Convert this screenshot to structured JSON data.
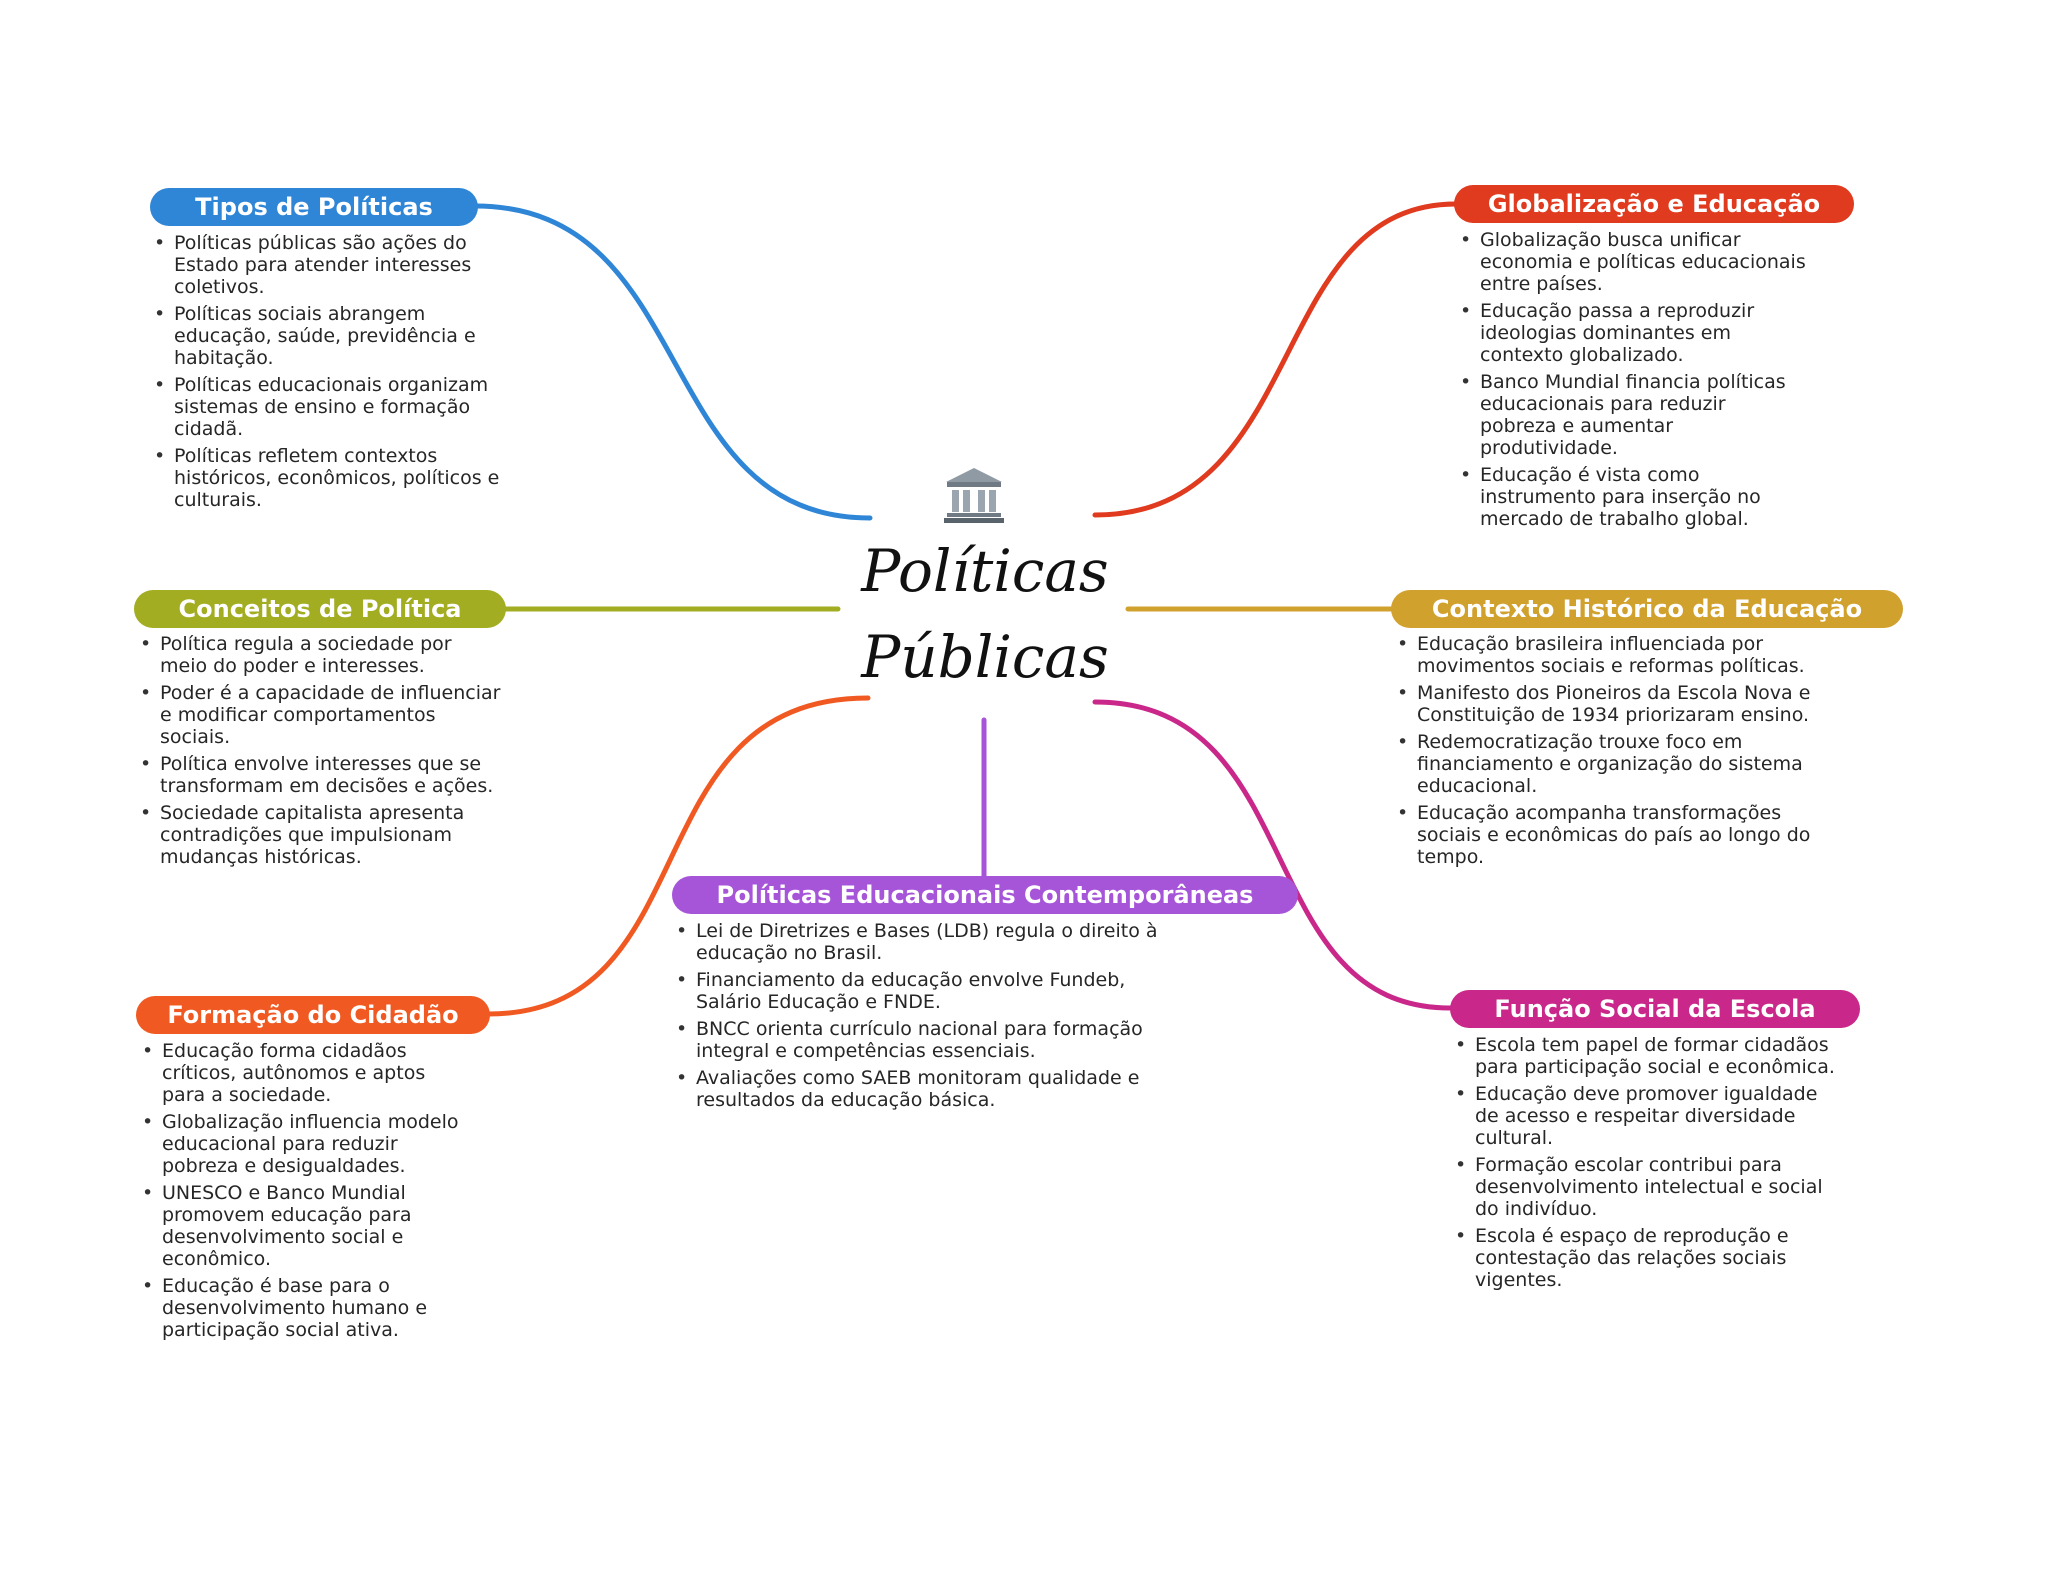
{
  "center": {
    "title_line1": "Políticas",
    "title_line2": "Públicas",
    "icon": "government-building-icon"
  },
  "colors": {
    "tipos": "#2f86d6",
    "conceitos": "#a2ad22",
    "formacao": "#f05a22",
    "contemporaneas": "#a655d8",
    "globalizacao": "#e03a1f",
    "contexto": "#d1a12e",
    "funcao": "#c9278a"
  },
  "branches": {
    "tipos": {
      "title": "Tipos de Políticas",
      "items": [
        "Políticas públicas são ações do Estado para atender interesses coletivos.",
        "Políticas sociais abrangem educação, saúde, previdência e habitação.",
        "Políticas educacionais organizam sistemas de ensino e formação cidadã.",
        "Políticas refletem contextos históricos, econômicos, políticos e culturais."
      ]
    },
    "conceitos": {
      "title": "Conceitos de Política",
      "items": [
        "Política regula a sociedade por meio do poder e interesses.",
        "Poder é a capacidade de influenciar e modificar comportamentos sociais.",
        "Política envolve interesses que se transformam em decisões e ações.",
        "Sociedade capitalista apresenta contradições que impulsionam mudanças históricas."
      ]
    },
    "formacao": {
      "title": "Formação do Cidadão",
      "items": [
        "Educação forma cidadãos críticos, autônomos e aptos para a sociedade.",
        "Globalização influencia modelo educacional para reduzir pobreza e desigualdades.",
        "UNESCO e Banco Mundial promovem educação para desenvolvimento social e econômico.",
        "Educação é base para o desenvolvimento humano e participação social ativa."
      ]
    },
    "contemporaneas": {
      "title": "Políticas Educacionais Contemporâneas",
      "items": [
        "Lei de Diretrizes e Bases (LDB) regula o direito à educação no Brasil.",
        "Financiamento da educação envolve Fundeb, Salário Educação e FNDE.",
        "BNCC orienta currículo nacional para formação integral e competências essenciais.",
        "Avaliações como SAEB monitoram qualidade e resultados da educação básica."
      ]
    },
    "globalizacao": {
      "title": "Globalização e Educação",
      "items": [
        "Globalização busca unificar economia e políticas educacionais entre países.",
        "Educação passa a reproduzir ideologias dominantes em contexto globalizado.",
        "Banco Mundial financia políticas educacionais para reduzir pobreza e aumentar produtividade.",
        "Educação é vista como instrumento para inserção no mercado de trabalho global."
      ]
    },
    "contexto": {
      "title": "Contexto Histórico da Educação",
      "items": [
        "Educação brasileira influenciada por movimentos sociais e reformas políticas.",
        "Manifesto dos Pioneiros da Escola Nova e Constituição de 1934 priorizaram ensino.",
        "Redemocratização trouxe foco em financiamento e organização do sistema educacional.",
        "Educação acompanha transformações sociais e econômicas do país ao longo do tempo."
      ]
    },
    "funcao": {
      "title": "Função Social da Escola",
      "items": [
        "Escola tem papel de formar cidadãos para participação social e econômica.",
        "Educação deve promover igualdade de acesso e respeitar diversidade cultural.",
        "Formação escolar contribui para desenvolvimento intelectual e social do indivíduo.",
        "Escola é espaço de reprodução e contestação das relações sociais vigentes."
      ]
    }
  }
}
